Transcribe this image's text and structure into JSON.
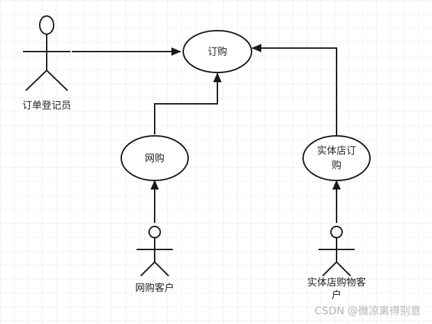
{
  "diagram": {
    "use_cases": {
      "order": "订购",
      "online": "网购",
      "store_line1": "实体店订",
      "store_line2": "购"
    },
    "actors": {
      "clerk": "订单登记员",
      "online_customer": "网购客户",
      "store_customer_line1": "实体店购物客",
      "store_customer_line2": "户"
    }
  },
  "watermark": "CSDN @微凉离得别意",
  "colors": {
    "grid": "#e4e4e4",
    "stroke": "#1a1a1a",
    "text": "#222222",
    "watermark": "#b4b4b4"
  }
}
